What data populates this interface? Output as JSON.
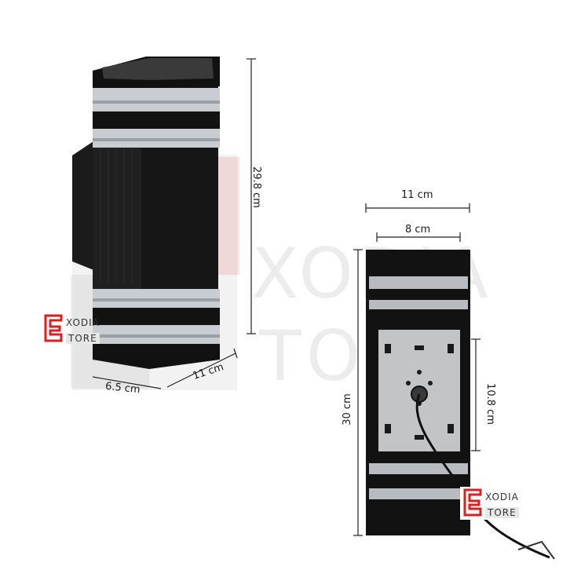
{
  "watermark": {
    "line1": "XODIA",
    "line2": "TORE"
  },
  "badge": {
    "word1": "XODIA",
    "word2": "TORE"
  },
  "dimensions": {
    "height_left": "29.8 cm",
    "depth": "6.5 cm",
    "width_left": "11 cm",
    "width_right_top": "11 cm",
    "width_right_inner": "8 cm",
    "height_right": "30 cm",
    "plate_height": "10.8 cm"
  },
  "colors": {
    "body": "#141414",
    "glass": "#c9ccd0",
    "watermark": "#d7201f",
    "line": "#222222"
  }
}
